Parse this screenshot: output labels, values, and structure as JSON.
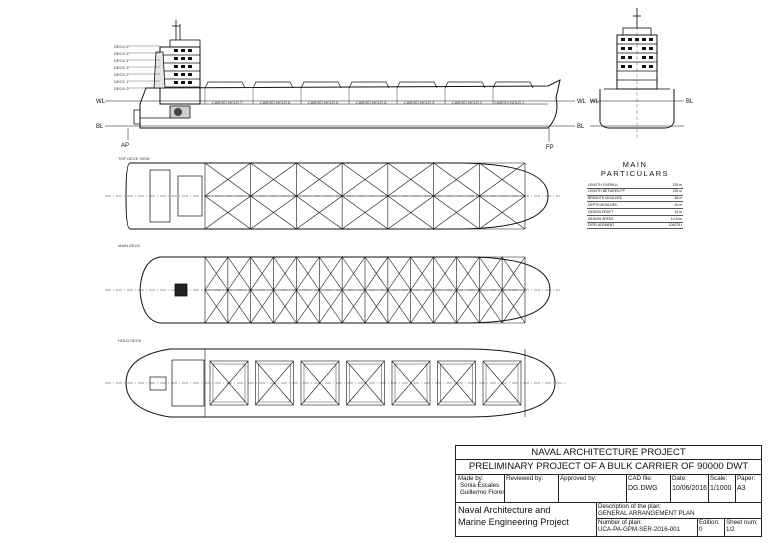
{
  "profile": {
    "labels": {
      "wl": "WL",
      "bl": "BL",
      "ap": "AP",
      "fp": "FP"
    },
    "deck_levels": [
      "DECK 6",
      "DECK 5",
      "DECK 4",
      "DECK 3",
      "DECK 2",
      "DECK 1",
      "DECK 0"
    ],
    "hold_labels": [
      "CARGO HOLD 7",
      "CARGO HOLD 6",
      "CARGO HOLD 5",
      "CARGO HOLD 4",
      "CARGO HOLD 3",
      "CARGO HOLD 2",
      "CARGO HOLD 1"
    ]
  },
  "section": {
    "wl": "WL",
    "bl": "BL"
  },
  "plans": {
    "top_label": "TOP DECK VIEW",
    "deck_label": "MAIN DECK",
    "hold_label": "HOLD DECK"
  },
  "main_particulars": {
    "title": "MAIN PARTICULARS",
    "rows": [
      {
        "label": "LENGTH OVERALL",
        "value": "235 m"
      },
      {
        "label": "LENGTH BETWEEN PP",
        "value": "230 m"
      },
      {
        "label": "BREADTH MOULDED",
        "value": "38 m"
      },
      {
        "label": "DEPTH MOULDED",
        "value": "20 m"
      },
      {
        "label": "DESIGN DRAFT",
        "value": "14 m"
      },
      {
        "label": "DESIGN SPEED",
        "value": "14.5 kn"
      },
      {
        "label": "DISPLACEMENT",
        "value": "106375 t"
      }
    ]
  },
  "title_block": {
    "project_title": "NAVAL ARCHITECTURE PROJECT",
    "subtitle": "PRELIMINARY PROJECT OF A BULK CARRIER OF 90000 DWT",
    "made_by_label": "Made by:",
    "made_by_names": [
      "Sonia Escales",
      "Guillermo Flores"
    ],
    "reviewed_by_label": "Reviewed by:",
    "approved_by_label": "Approved by:",
    "cad_file_label": "CAD file:",
    "cad_file": "DG.DWG",
    "date_label": "Date:",
    "date": "10/06/2016",
    "scale_label": "Scale:",
    "scale": "1/1000",
    "paper_label": "Paper:",
    "paper": "A3",
    "school_line1": "Naval Architecture and",
    "school_line2": "Marine Engineering Project",
    "description_label": "Description of the plan:",
    "description": "GENERAL ARRANGEMENT PLAN",
    "plan_number_label": "Number of plan:",
    "plan_number": "UCA-PA-GPM-SER-2016-001",
    "edition_label": "Edition:",
    "edition": "0",
    "sheet_label": "Sheet num:",
    "sheet": "1/2"
  }
}
